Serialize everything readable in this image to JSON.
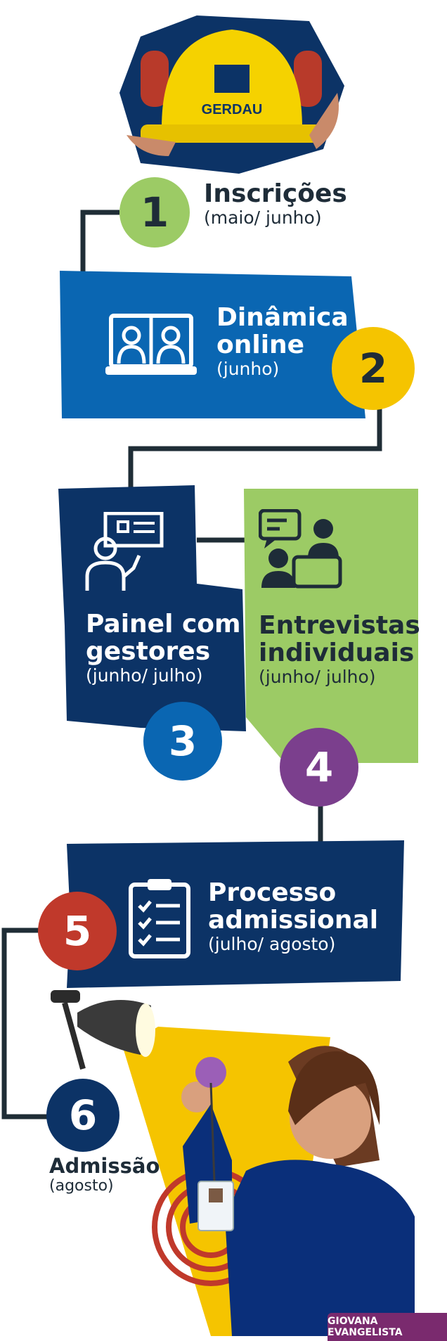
{
  "colors": {
    "navy": "#0c3366",
    "blue": "#0a66b2",
    "green": "#9ccb65",
    "green_light": "#8bc05a",
    "yellow": "#f5c400",
    "purple": "#7b3f8d",
    "red": "#c0392b",
    "dark": "#1e2c38",
    "connector": "#1f2d36"
  },
  "steps": [
    {
      "number": "1",
      "title": "Inscrições",
      "subtitle": "(maio/ junho)"
    },
    {
      "number": "2",
      "title_lines": [
        "Dinâmica",
        "online"
      ],
      "subtitle": "(junho)"
    },
    {
      "number": "3",
      "title_lines": [
        "Painel com",
        "gestores"
      ],
      "subtitle": "(junho/ julho)"
    },
    {
      "number": "4",
      "title_lines": [
        "Entrevistas",
        "individuais"
      ],
      "subtitle": "(junho/ julho)"
    },
    {
      "number": "5",
      "title_lines": [
        "Processo",
        "admissional"
      ],
      "subtitle": "(julho/ agosto)"
    },
    {
      "number": "6",
      "title": "Admissão",
      "subtitle": "(agosto)"
    }
  ],
  "helmet_brand": "GERDAU",
  "icons": [
    "hard-hat-icon",
    "video-call-icon",
    "presenter-icon",
    "conversation-icon",
    "checklist-icon",
    "desk-lamp-icon",
    "badge-icon"
  ],
  "photo_caption": "GIOVANA EVANGELISTA"
}
